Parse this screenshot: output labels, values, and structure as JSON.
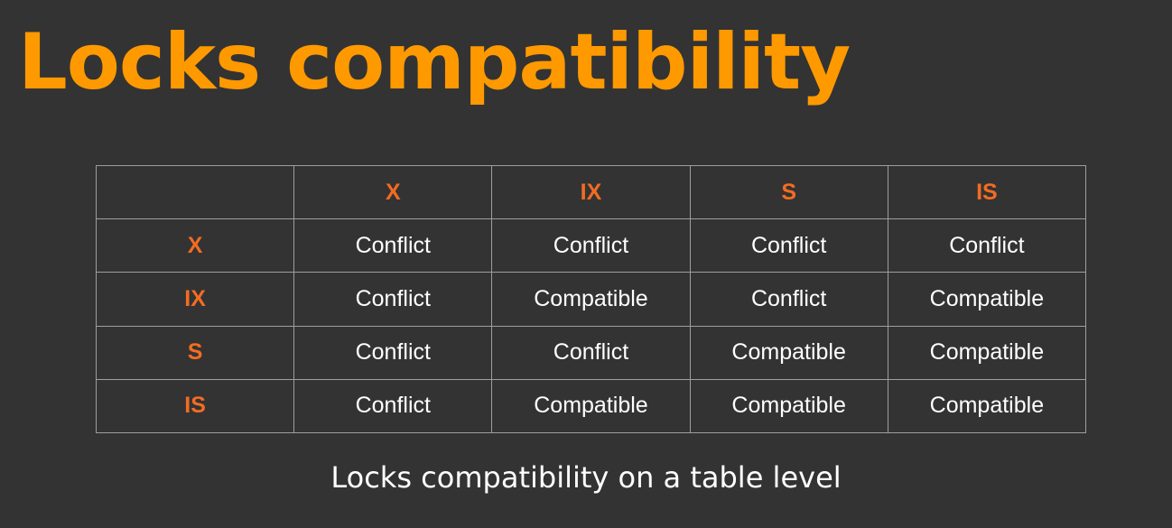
{
  "title": "Locks compatibility",
  "table": {
    "corner": "",
    "columns": [
      "X",
      "IX",
      "S",
      "IS"
    ],
    "rows": [
      {
        "label": "X",
        "cells": [
          "Conflict",
          "Conflict",
          "Conflict",
          "Conflict"
        ]
      },
      {
        "label": "IX",
        "cells": [
          "Conflict",
          "Compatible",
          "Conflict",
          "Compatible"
        ]
      },
      {
        "label": "S",
        "cells": [
          "Conflict",
          "Conflict",
          "Compatible",
          "Compatible"
        ]
      },
      {
        "label": "IS",
        "cells": [
          "Conflict",
          "Compatible",
          "Compatible",
          "Compatible"
        ]
      }
    ]
  },
  "caption": "Locks compatibility on a table level",
  "colors": {
    "background": "#333333",
    "title": "#ff9900",
    "lock_label": "#f26c22",
    "cell_text": "#ffffff",
    "grid": "#9e9e9e"
  }
}
